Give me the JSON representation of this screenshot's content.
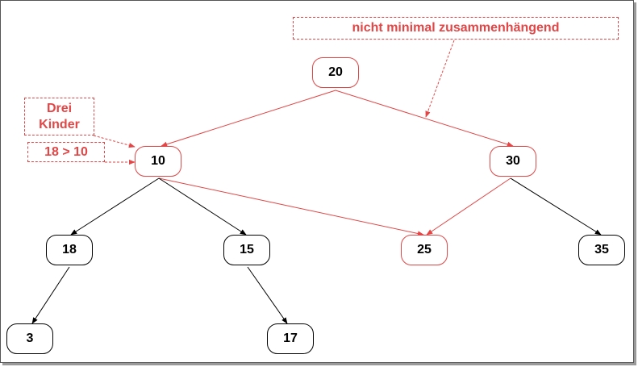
{
  "nodes": {
    "n20": "20",
    "n10": "10",
    "n30": "30",
    "n18": "18",
    "n15": "15",
    "n25": "25",
    "n35": "35",
    "n3": "3",
    "n17": "17"
  },
  "annotations": {
    "not_minimal": "nicht minimal zusammenhängend",
    "three_children_line1": "Drei",
    "three_children_line2": "Kinder",
    "order_violation": "18 > 10"
  },
  "colors": {
    "highlight": "#e24646",
    "normal": "#000000"
  }
}
